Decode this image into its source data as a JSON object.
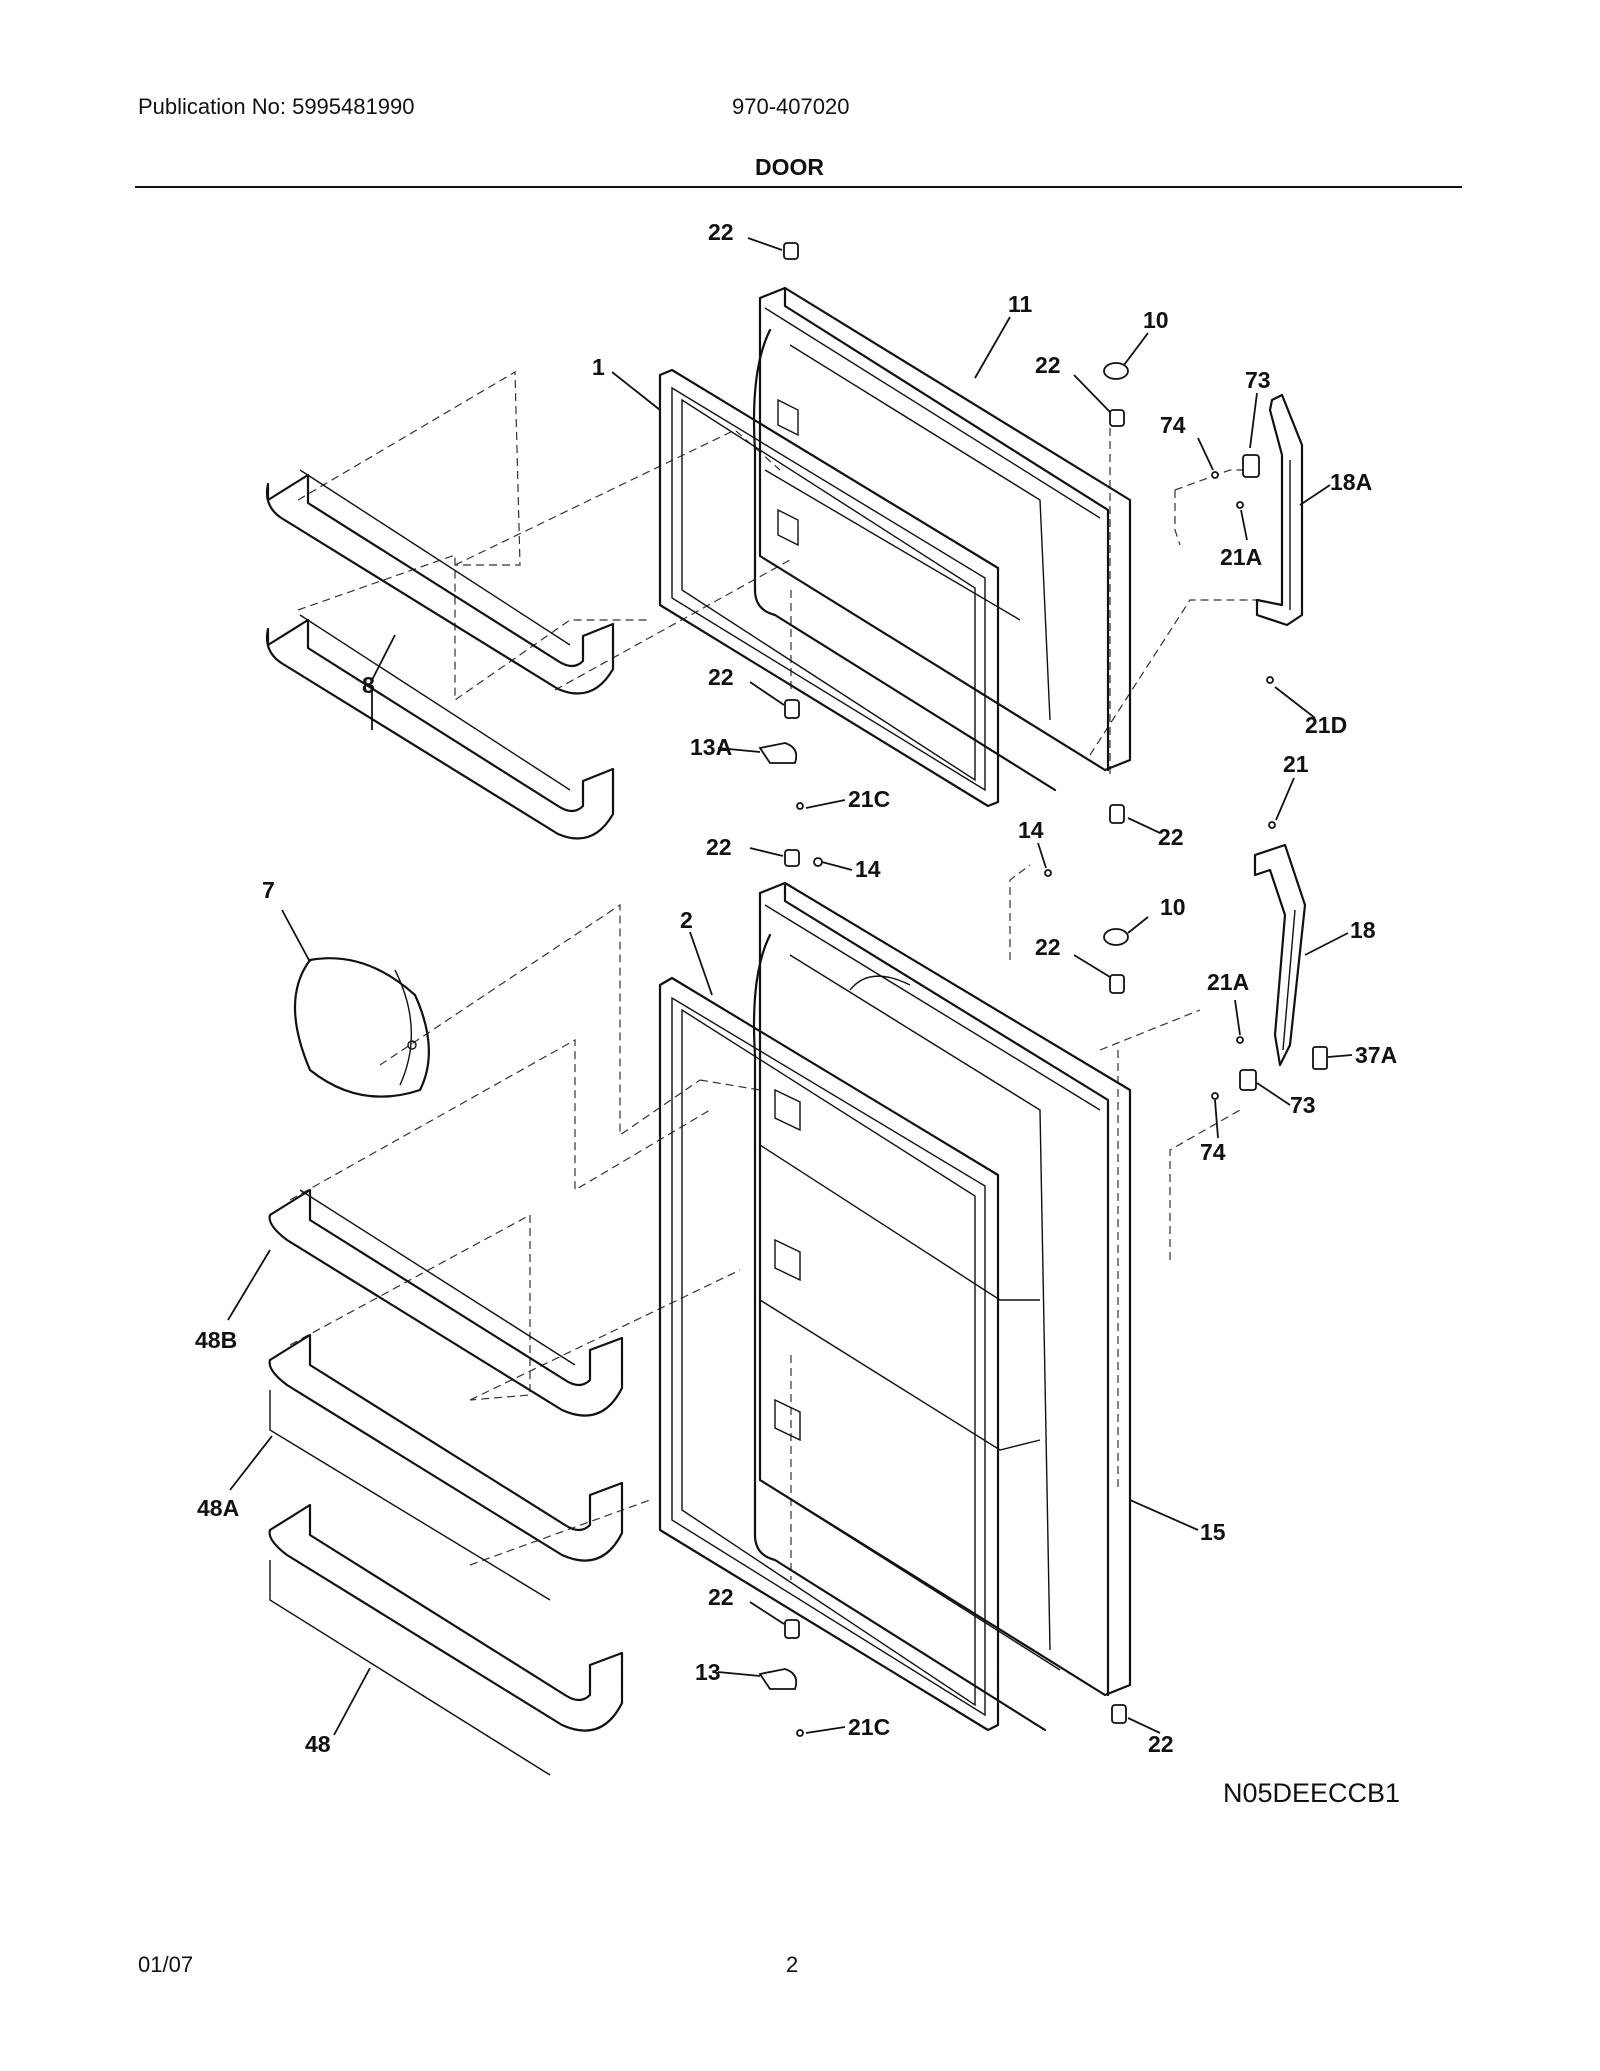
{
  "header": {
    "publication": "Publication No: 5995481990",
    "model": "970-407020",
    "title": "DOOR"
  },
  "footer": {
    "diagram_code": "N05DEECCB1",
    "date": "01/07",
    "page": "2"
  },
  "callouts": {
    "c22a": "22",
    "c11": "11",
    "c10a": "10",
    "c22b": "22",
    "c73a": "73",
    "c74a": "74",
    "c18A": "18A",
    "c21Aa": "21A",
    "c21D": "21D",
    "c1": "1",
    "c8": "8",
    "c22c": "22",
    "c13A": "13A",
    "c21Ca": "21C",
    "c22d": "22",
    "c21": "21",
    "c14a": "14",
    "c22e": "22",
    "c14b": "14",
    "c7": "7",
    "c2": "2",
    "c10b": "10",
    "c22f": "22",
    "c18": "18",
    "c21Ab": "21A",
    "c37A": "37A",
    "c73b": "73",
    "c74b": "74",
    "c48B": "48B",
    "c48A": "48A",
    "c15": "15",
    "c22g": "22",
    "c13": "13",
    "c21Cb": "21C",
    "c48": "48",
    "c22h": "22"
  }
}
